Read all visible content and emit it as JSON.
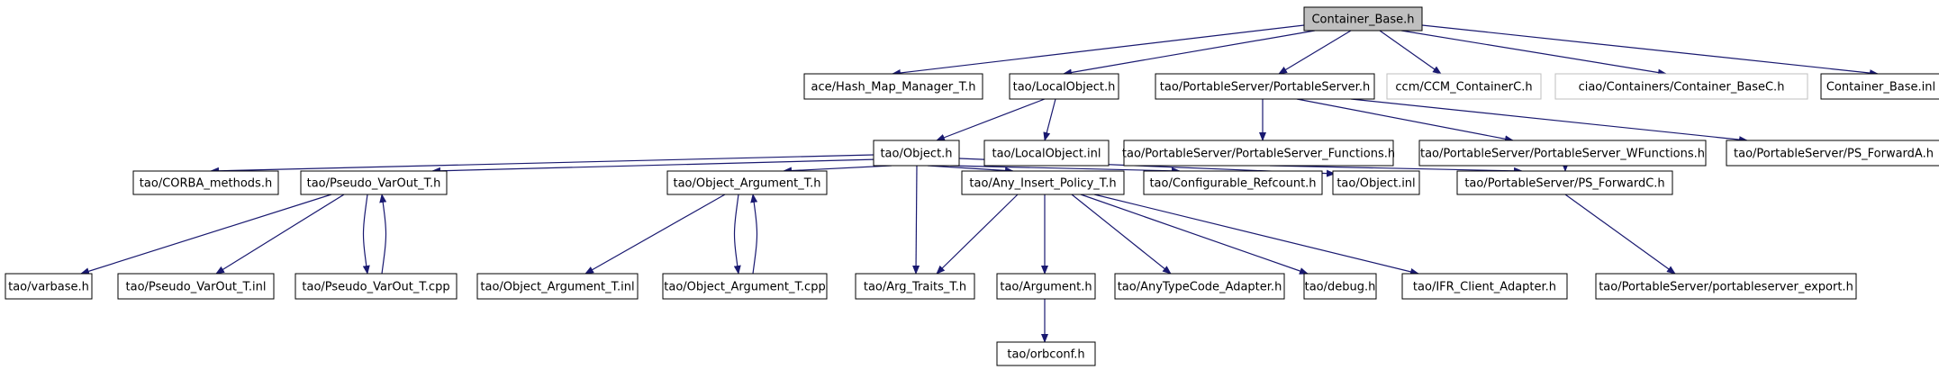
{
  "diagram": {
    "nodes": [
      {
        "id": "root",
        "label": "Container_Base.h",
        "style": "root"
      },
      {
        "id": "hmm",
        "label": "ace/Hash_Map_Manager_T.h",
        "style": "normal"
      },
      {
        "id": "lo",
        "label": "tao/LocalObject.h",
        "style": "normal"
      },
      {
        "id": "ps",
        "label": "tao/PortableServer/PortableServer.h",
        "style": "normal"
      },
      {
        "id": "ccm",
        "label": "ccm/CCM_ContainerC.h",
        "style": "missing"
      },
      {
        "id": "ciao",
        "label": "ciao/Containers/Container_BaseC.h",
        "style": "missing"
      },
      {
        "id": "cbi",
        "label": "Container_Base.inl",
        "style": "normal"
      },
      {
        "id": "obj",
        "label": "tao/Object.h",
        "style": "normal"
      },
      {
        "id": "loi",
        "label": "tao/LocalObject.inl",
        "style": "normal"
      },
      {
        "id": "psf",
        "label": "tao/PortableServer/PortableServer_Functions.h",
        "style": "normal"
      },
      {
        "id": "pswf",
        "label": "tao/PortableServer/PortableServer_WFunctions.h",
        "style": "normal"
      },
      {
        "id": "psfa",
        "label": "tao/PortableServer/PS_ForwardA.h",
        "style": "normal"
      },
      {
        "id": "corba",
        "label": "tao/CORBA_methods.h",
        "style": "normal"
      },
      {
        "id": "pvo",
        "label": "tao/Pseudo_VarOut_T.h",
        "style": "normal"
      },
      {
        "id": "oat",
        "label": "tao/Object_Argument_T.h",
        "style": "normal"
      },
      {
        "id": "aip",
        "label": "tao/Any_Insert_Policy_T.h",
        "style": "normal"
      },
      {
        "id": "cref",
        "label": "tao/Configurable_Refcount.h",
        "style": "normal"
      },
      {
        "id": "objinl",
        "label": "tao/Object.inl",
        "style": "normal"
      },
      {
        "id": "psfc",
        "label": "tao/PortableServer/PS_ForwardC.h",
        "style": "normal"
      },
      {
        "id": "varb",
        "label": "tao/varbase.h",
        "style": "normal"
      },
      {
        "id": "pvoi",
        "label": "tao/Pseudo_VarOut_T.inl",
        "style": "normal"
      },
      {
        "id": "pvoc",
        "label": "tao/Pseudo_VarOut_T.cpp",
        "style": "normal"
      },
      {
        "id": "oati",
        "label": "tao/Object_Argument_T.inl",
        "style": "normal"
      },
      {
        "id": "oatc",
        "label": "tao/Object_Argument_T.cpp",
        "style": "normal"
      },
      {
        "id": "argt",
        "label": "tao/Arg_Traits_T.h",
        "style": "normal"
      },
      {
        "id": "arg",
        "label": "tao/Argument.h",
        "style": "normal"
      },
      {
        "id": "atca",
        "label": "tao/AnyTypeCode_Adapter.h",
        "style": "normal"
      },
      {
        "id": "dbg",
        "label": "tao/debug.h",
        "style": "normal"
      },
      {
        "id": "ifr",
        "label": "tao/IFR_Client_Adapter.h",
        "style": "normal"
      },
      {
        "id": "pse",
        "label": "tao/PortableServer/portableserver_export.h",
        "style": "normal"
      },
      {
        "id": "orbc",
        "label": "tao/orbconf.h",
        "style": "normal"
      }
    ],
    "edges": [
      {
        "from": "root",
        "to": "hmm"
      },
      {
        "from": "root",
        "to": "lo"
      },
      {
        "from": "root",
        "to": "ps"
      },
      {
        "from": "root",
        "to": "ccm"
      },
      {
        "from": "root",
        "to": "ciao"
      },
      {
        "from": "root",
        "to": "cbi"
      },
      {
        "from": "lo",
        "to": "obj"
      },
      {
        "from": "lo",
        "to": "loi"
      },
      {
        "from": "ps",
        "to": "psf"
      },
      {
        "from": "ps",
        "to": "pswf"
      },
      {
        "from": "ps",
        "to": "psfa"
      },
      {
        "from": "obj",
        "to": "corba"
      },
      {
        "from": "obj",
        "to": "pvo"
      },
      {
        "from": "obj",
        "to": "oat"
      },
      {
        "from": "obj",
        "to": "aip"
      },
      {
        "from": "obj",
        "to": "cref"
      },
      {
        "from": "obj",
        "to": "objinl"
      },
      {
        "from": "obj",
        "to": "argt"
      },
      {
        "from": "psf",
        "to": "psfc"
      },
      {
        "from": "pswf",
        "to": "psfc"
      },
      {
        "from": "psfc",
        "to": "pse"
      },
      {
        "from": "pvo",
        "to": "varb"
      },
      {
        "from": "pvo",
        "to": "pvoi"
      },
      {
        "from": "pvo",
        "to": "pvoc"
      },
      {
        "from": "pvoc",
        "to": "pvo"
      },
      {
        "from": "oat",
        "to": "oati"
      },
      {
        "from": "oat",
        "to": "oatc"
      },
      {
        "from": "oatc",
        "to": "oat"
      },
      {
        "from": "aip",
        "to": "argt"
      },
      {
        "from": "aip",
        "to": "arg"
      },
      {
        "from": "aip",
        "to": "atca"
      },
      {
        "from": "aip",
        "to": "dbg"
      },
      {
        "from": "aip",
        "to": "ifr"
      },
      {
        "from": "arg",
        "to": "orbc"
      }
    ],
    "colors": {
      "edge": "#191970",
      "node_border": "#000000",
      "missing_border": "#bfbfbf",
      "root_fill": "#bfbfbf",
      "text": "#000000",
      "missing_text": "#000000"
    }
  }
}
